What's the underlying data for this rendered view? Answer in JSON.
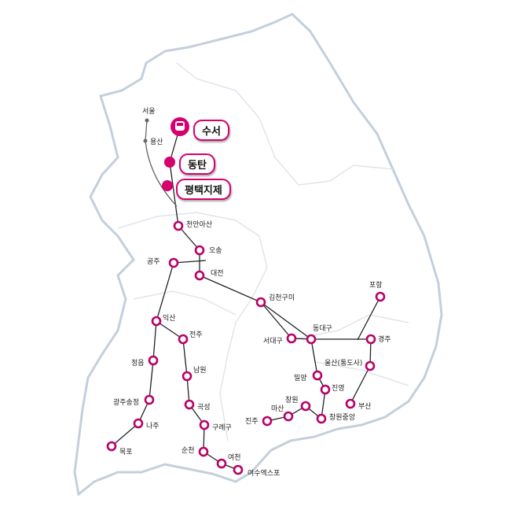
{
  "map": {
    "colors": {
      "accent": "#d6006f",
      "ring": "#b8006a",
      "border": "#c4cfdc",
      "line": "#222222"
    },
    "main_stations": [
      "수서",
      "동탄",
      "평택지제"
    ],
    "other_lines": [
      "서울",
      "용산"
    ],
    "stations": [
      "천안아산",
      "오송",
      "대전",
      "공주",
      "김천구미",
      "서대구",
      "동대구",
      "포항",
      "경주",
      "울산(통도사)",
      "부산",
      "밀양",
      "진영",
      "창원",
      "창원중앙",
      "마산",
      "진주",
      "익산",
      "전주",
      "남원",
      "곡성",
      "구례구",
      "순천",
      "여천",
      "여수엑스포",
      "정읍",
      "광주송정",
      "나주",
      "목포"
    ]
  }
}
